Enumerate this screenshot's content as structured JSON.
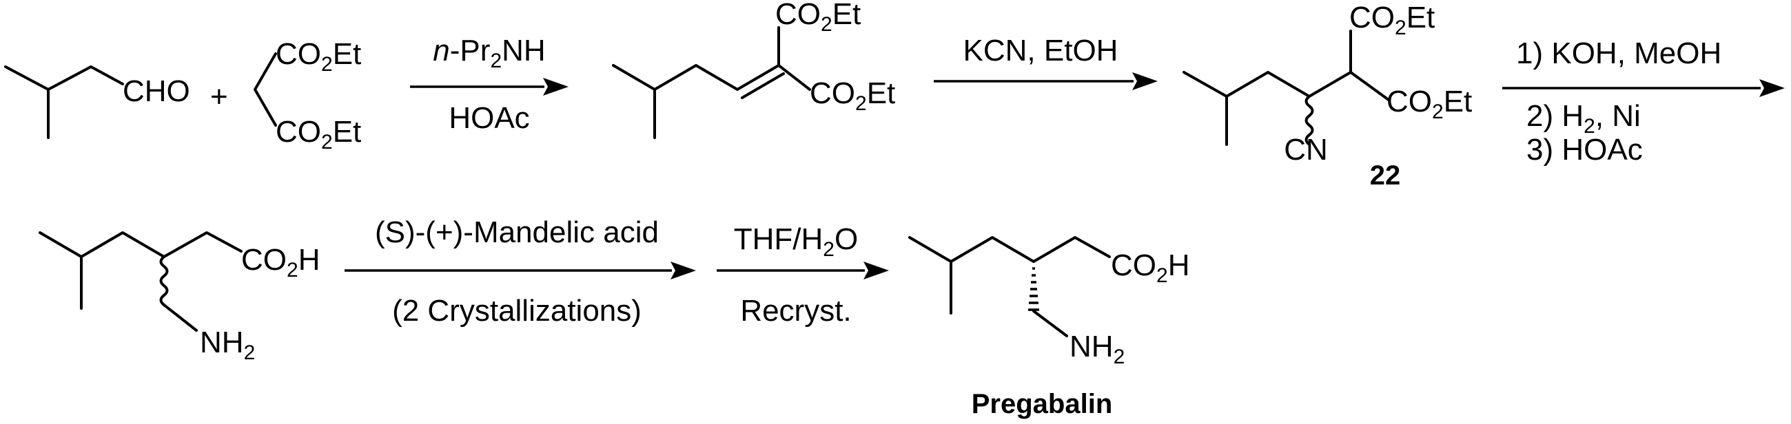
{
  "labels": {
    "cho": "CHO",
    "plus": "+",
    "co2et_top": "CO2Et",
    "co2et_bottom": "CO2Et",
    "alkylidene_co2et_top": "CO2Et",
    "alkylidene_co2et_bottom": "CO2Et",
    "cyano_co2et_top": "CO2Et",
    "cyano_co2et_bottom": "CO2Et",
    "cn": "CN",
    "racemic_co2h": "CO2H",
    "racemic_nh2": "NH2",
    "pregabalin_co2h": "CO2H",
    "pregabalin_nh2": "NH2"
  },
  "compounds": {
    "intermediate_22": "22",
    "final_product": "Pregabalin"
  },
  "conditions": {
    "step1_above": "n-Pr2NH",
    "step1_below": "HOAc",
    "step2_above": "KCN, EtOH",
    "step3_line1": "1) KOH, MeOH",
    "step3_line2": "2) H2, Ni",
    "step3_line3": "3) HOAc",
    "step4_above": "(S)-(+)-Mandelic acid",
    "step4_below": "(2 Crystallizations)",
    "step5_above": "THF/H2O",
    "step5_below": "Recryst."
  }
}
